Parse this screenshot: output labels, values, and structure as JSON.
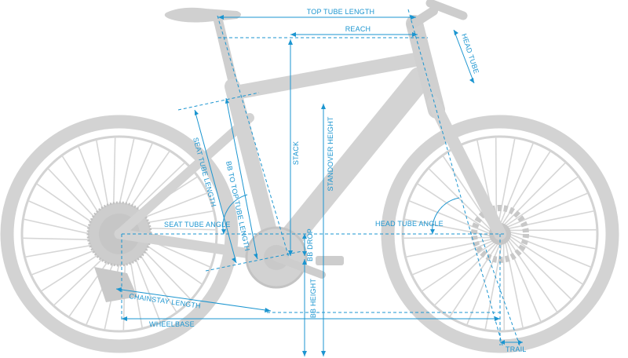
{
  "colors": {
    "bike": "#d3d3d3",
    "bike_dark": "#c4c4c4",
    "dimension": "#1b95d0",
    "background": "#ffffff"
  },
  "labels": {
    "top_tube_length": "TOP TUBE LENGTH",
    "reach": "REACH",
    "head_tube": "HEAD TUBE",
    "stack": "STACK",
    "standover_height": "STANDOVER HEIGHT",
    "seat_tube_length": "SEAT TUBE LENGTH",
    "bb_to_top_tube_length": "BB TO TOP TUBE LENGTH",
    "seat_tube_angle": "SEAT TUBE ANGLE",
    "head_tube_angle": "HEAD TUBE ANGLE",
    "bb_drop": "BB DROP",
    "bb_height": "BB HEIGHT",
    "chainstay_length": "CHAINSTAY LENGTH",
    "wheelbase": "WHEELBASE",
    "trail": "TRAIL"
  }
}
